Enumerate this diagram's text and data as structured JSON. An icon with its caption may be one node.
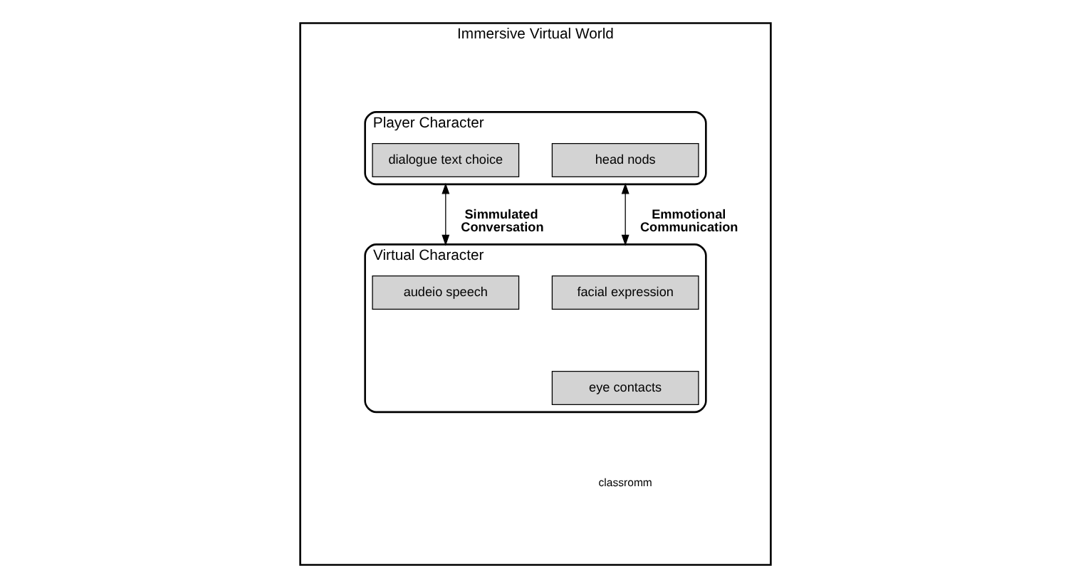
{
  "diagram": {
    "nodes": [
      {
        "text": [
          "Immersive Virtual World"
        ]
      },
      {
        "text": [
          "Player Character"
        ],
        "in": 0
      },
      {
        "text": [
          "dialogue text choice"
        ],
        "in": 1
      },
      {
        "text": [
          "head nods"
        ],
        "in": 1
      },
      {
        "text": [
          "Virtual Character"
        ],
        "in": 0
      },
      {
        "text": [
          "audeio speech"
        ],
        "in": 4
      },
      {
        "text": [
          "facial expression"
        ],
        "in": 4
      },
      {
        "text": [
          "eye contacts"
        ],
        "in": 4
      }
    ],
    "edges": [
      {
        "from": 1,
        "to": 4,
        "arrow": "both",
        "label": "Simmulated Conversation"
      },
      {
        "from": 1,
        "to": 4,
        "arrow": "both",
        "label": "Emmotional Communication"
      }
    ],
    "labels": [
      "classromm"
    ]
  }
}
